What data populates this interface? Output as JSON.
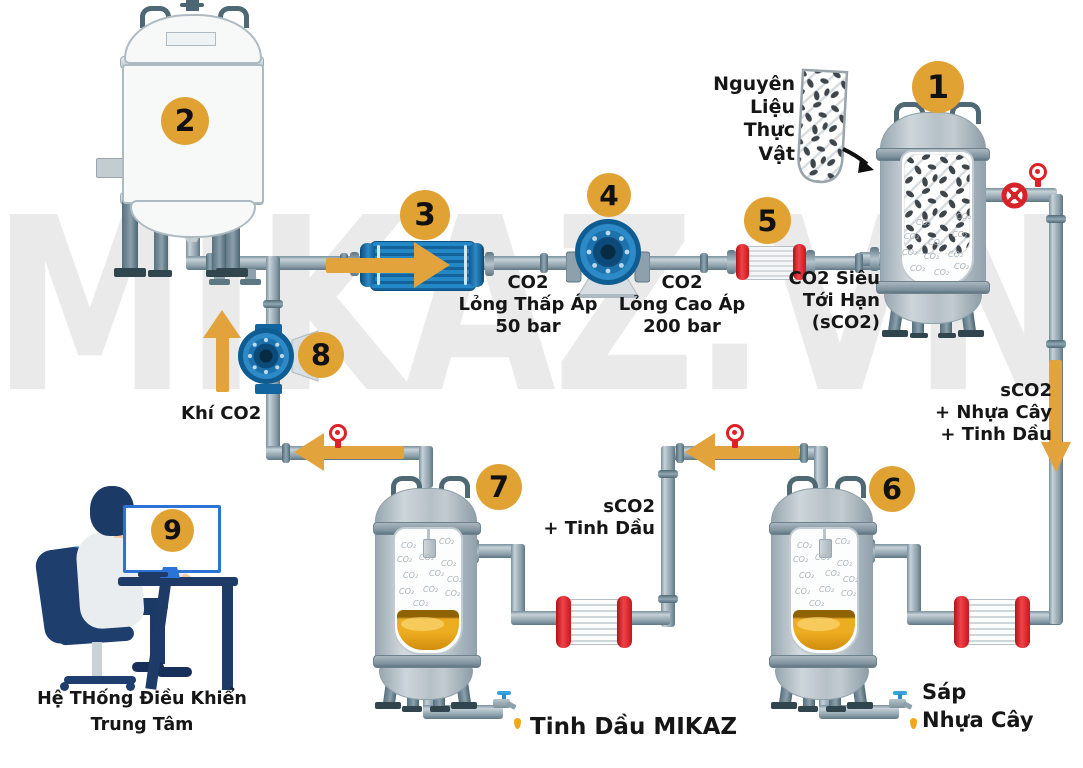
{
  "watermark": "MIKAZ.VN",
  "badges": {
    "n1": "1",
    "n2": "2",
    "n3": "3",
    "n4": "4",
    "n5": "5",
    "n6": "6",
    "n7": "7",
    "n8": "8",
    "n9": "9"
  },
  "labels": {
    "raw_material": {
      "l1": "Nguyên",
      "l2": "Liệu",
      "l3": "Thực",
      "l4": "Vật"
    },
    "co2_liquid_low": {
      "l1": "CO2",
      "l2": "Lỏng Thấp Áp",
      "l3": "50 bar"
    },
    "co2_liquid_high": {
      "l1": "CO2",
      "l2": "Lỏng Cao Áp",
      "l3": "200 bar"
    },
    "co2_supercritical": {
      "l1": "CO2 Siêu",
      "l2": "Tới Hạn",
      "l3": "(sCO2)"
    },
    "sco2_resin_oil": {
      "l1": "sCO2",
      "l2": "+ Nhựa Cây",
      "l3": "+ Tinh Dầu"
    },
    "sco2_oil": {
      "l1": "sCO2",
      "l2": "+ Tinh Dầu"
    },
    "co2_gas": "Khí CO2",
    "essential_oil_out": "Tinh Dầu MIKAZ",
    "wax_out": {
      "l1": "Sáp",
      "l2": "Nhựa Cây"
    },
    "control_system": {
      "l1": "Hệ THống Điều Khiển",
      "l2": "Trung Tâm"
    },
    "co2_mark": "CO₂"
  },
  "colors": {
    "accent_orange": "#E2A33C",
    "equipment_blue": "#1E7FC0",
    "alert_red": "#DF2127",
    "pipe_gray": "#A6B6BF",
    "watermark_gray": "#EAEAEA",
    "liquid_gold": "#E9A81F",
    "navy": "#1E3A66"
  }
}
